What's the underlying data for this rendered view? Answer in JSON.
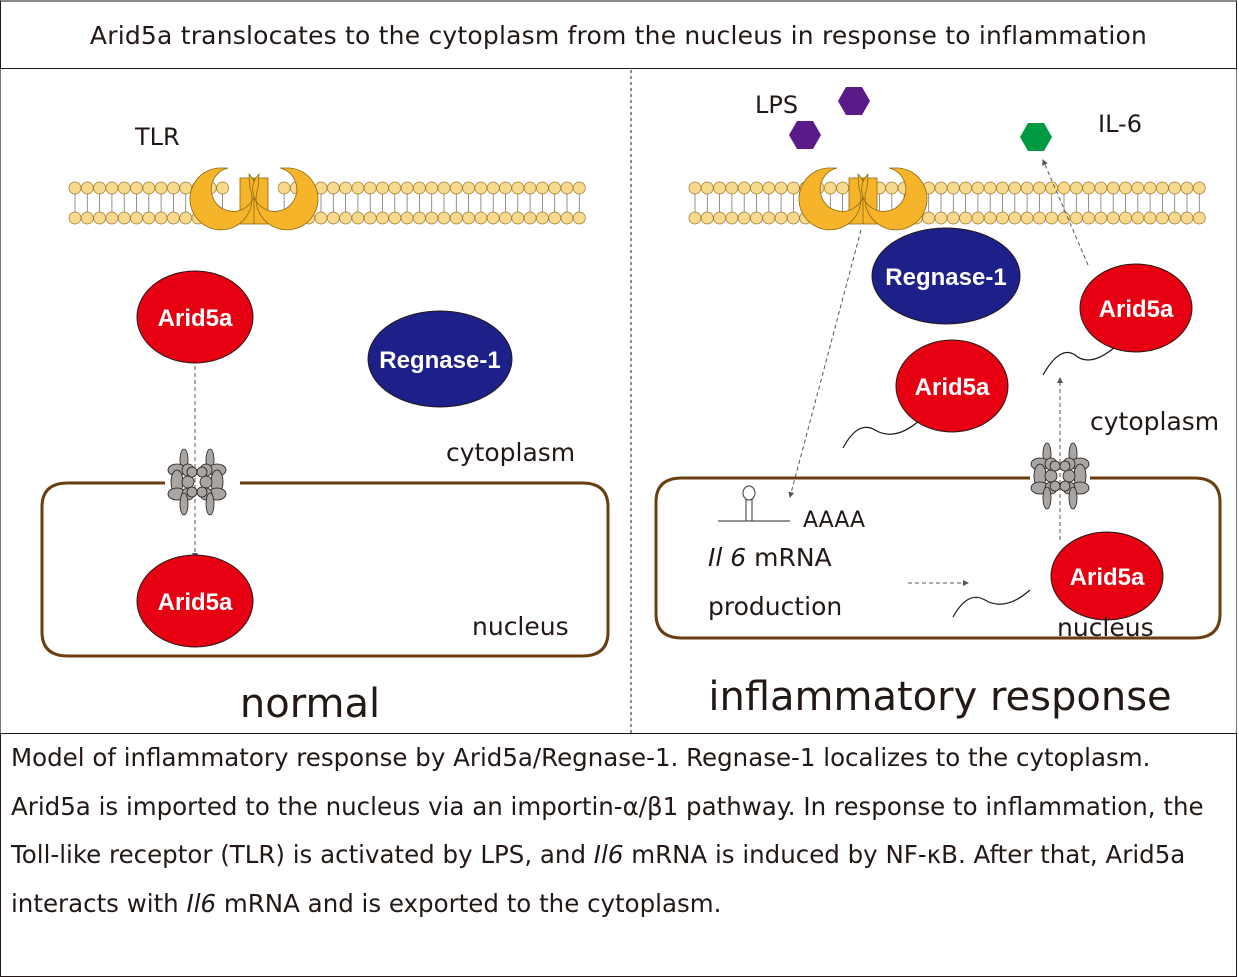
{
  "title": "Arid5a translocates to the cytoplasm from the nucleus in response to inflammation",
  "colors": {
    "arid5a": "#e60012",
    "regnase": "#1d2088",
    "receptor": "#f6b42a",
    "lipid_head": "#f8d98e",
    "nuclear_envelope": "#6b3e12",
    "pore": "#a8a5a2",
    "lps": "#5a1a87",
    "il6": "#009944"
  },
  "left_panel": {
    "label": "normal",
    "tlr_label": "TLR",
    "arid5a_cytoplasm": "Arid5a",
    "arid5a_nucleus": "Arid5a",
    "regnase": "Regnase-1",
    "cytoplasm_label": "cytoplasm",
    "nucleus_label": "nucleus"
  },
  "right_panel": {
    "label": "inflammatory response",
    "lps_label": "LPS",
    "il6_label": "IL-6",
    "regnase": "Regnase-1",
    "arid5a_exporting": "Arid5a",
    "arid5a_cytoplasm": "Arid5a",
    "arid5a_nucleus": "Arid5a",
    "cytoplasm_label": "cytoplasm",
    "nucleus_label": "nucleus",
    "polya_label": "AAAA",
    "mrna_gene": "Il 6",
    "mrna_label": " mRNA",
    "production_label": "production"
  },
  "caption": {
    "part1": "Model of inflammatory response by Arid5a/Regnase-1. Regnase-1 localizes to the cytoplasm. Arid5a is imported to the nucleus via an importin-α/β1 pathway.  In response to inflammation, the Toll-like receptor (TLR) is activated by LPS, and ",
    "gene1": "Il6",
    "part2": " mRNA is induced by NF-κB. After that, Arid5a interacts with ",
    "gene2": "Il6",
    "part3": " mRNA and is exported to the cytoplasm."
  }
}
